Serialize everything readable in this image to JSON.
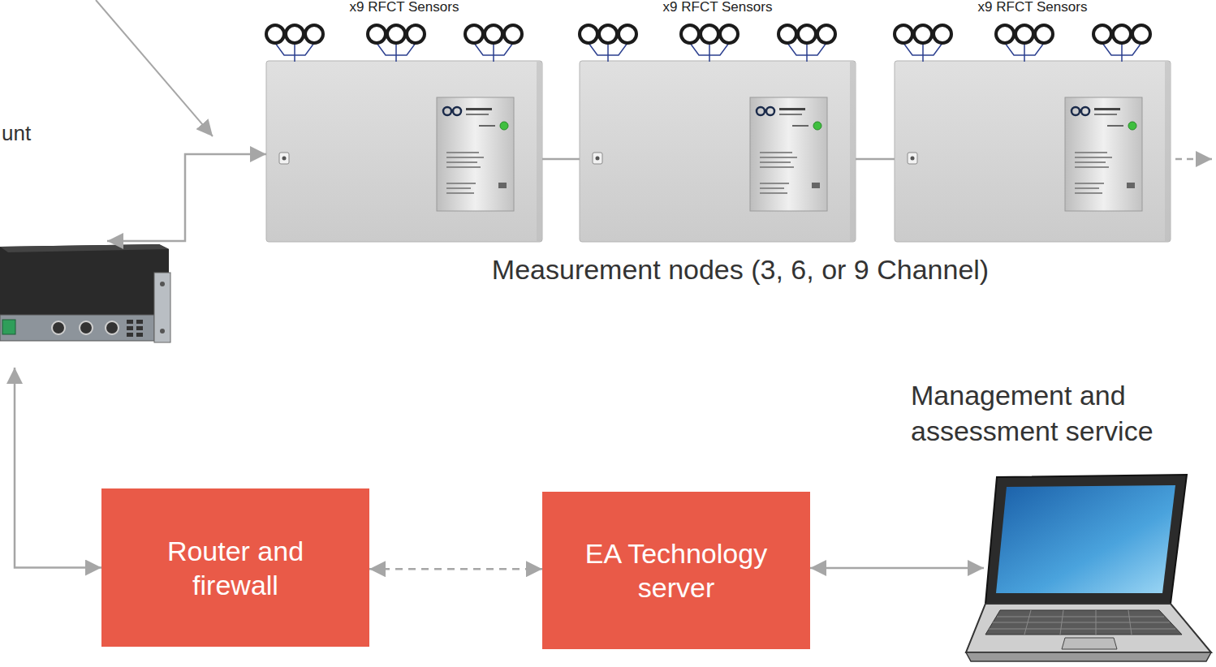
{
  "diagram": {
    "nodes": [
      {
        "text": [
          "unt"
        ]
      },
      {
        "text": [
          "x9 RFCT Sensors"
        ]
      },
      {
        "text": [
          "x9 RFCT Sensors"
        ]
      },
      {
        "text": [
          "x9 RFCT Sensors"
        ]
      },
      {
        "text": [
          "Router and firewall"
        ]
      },
      {
        "text": [
          "EA Technology server"
        ]
      },
      {
        "text": [
          "Management and assessment service"
        ]
      }
    ],
    "edges": [
      {
        "from": 0,
        "to": 1,
        "arrow": "both"
      },
      {
        "from": 1,
        "to": 2,
        "arrow": "none"
      },
      {
        "from": 2,
        "to": 3,
        "arrow": "none"
      },
      {
        "from": 0,
        "to": 4,
        "arrow": "both"
      },
      {
        "from": 4,
        "to": 5,
        "arrow": "both"
      },
      {
        "from": 5,
        "to": 6,
        "arrow": "both"
      }
    ],
    "labels": [
      "Measurement nodes (3, 6, or 9 Channel)"
    ]
  }
}
